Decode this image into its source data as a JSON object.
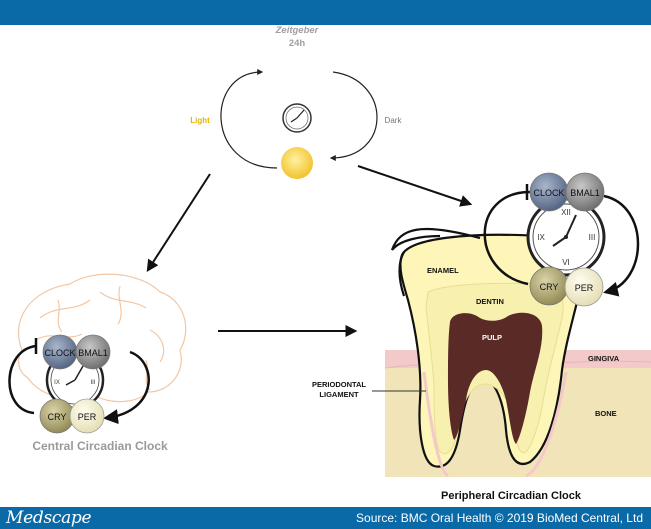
{
  "zeitgeber": {
    "title": "Zeitgeber",
    "period": "24h",
    "light": "Light",
    "dark": "Dark"
  },
  "clock": {
    "clock": "CLOCK",
    "bmal1": "BMAL1",
    "cry": "CRY",
    "per": "PER",
    "numeral_12": "XII",
    "numeral_3": "III",
    "numeral_6": "VI",
    "numeral_9": "IX"
  },
  "central": {
    "caption": "Central Circadian Clock"
  },
  "tooth": {
    "enamel": "ENAMEL",
    "dentin": "DENTIN",
    "pulp": "PULP",
    "gingiva": "GINGIVA",
    "bone": "BONE",
    "ligament_line1": "PERIODONTAL",
    "ligament_line2": "LIGAMENT"
  },
  "peripheral": {
    "caption": "Peripheral Circadian Clock"
  },
  "footer": {
    "brand": "Medscape",
    "source": "Source: BMC Oral Health © 2019 BioMed Central, Ltd"
  },
  "colors": {
    "header_bar": "#0a6aa8",
    "light_label": "#e8b400",
    "sun": "#f5cf3c",
    "clock_node": "#5d6f90",
    "bmal1_node": "#7c7c7c",
    "cry_node": "#a8a06a",
    "per_node": "#efeac6",
    "enamel": "#fdf6b8",
    "pulp": "#5a2a26",
    "gingiva": "#f4c9c9",
    "bone": "#f0e4b8",
    "brain": "#f3c7a4"
  }
}
